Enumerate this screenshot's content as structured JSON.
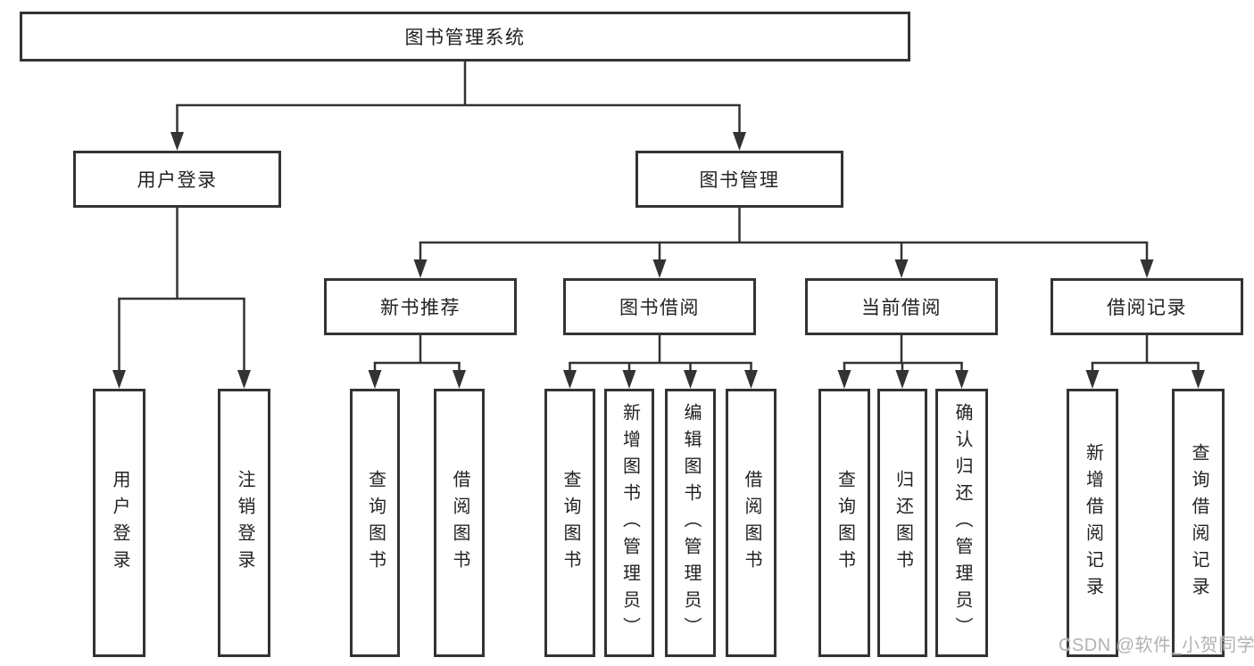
{
  "diagram": {
    "type": "hierarchy-tree",
    "root": {
      "label": "图书管理系统",
      "children": [
        {
          "label": "用户登录",
          "children": [
            {
              "label": "用户登录"
            },
            {
              "label": "注销登录"
            }
          ]
        },
        {
          "label": "图书管理",
          "children": [
            {
              "label": "新书推荐",
              "children": [
                {
                  "label": "查询图书"
                },
                {
                  "label": "借阅图书"
                }
              ]
            },
            {
              "label": "图书借阅",
              "children": [
                {
                  "label": "查询图书"
                },
                {
                  "label": "新增图书（管理员）"
                },
                {
                  "label": "编辑图书（管理员）"
                },
                {
                  "label": "借阅图书"
                }
              ]
            },
            {
              "label": "当前借阅",
              "children": [
                {
                  "label": "查询图书"
                },
                {
                  "label": "归还图书"
                },
                {
                  "label": "确认归还（管理员）"
                }
              ]
            },
            {
              "label": "借阅记录",
              "children": [
                {
                  "label": "新增借阅记录"
                },
                {
                  "label": "查询借阅记录"
                }
              ]
            }
          ]
        }
      ]
    },
    "watermark": "CSDN @软件_小贺同学",
    "colors": {
      "line": "#333333",
      "box_border": "#333333",
      "text": "#222222",
      "watermark": "#b2b2b2",
      "background": "#ffffff"
    }
  }
}
